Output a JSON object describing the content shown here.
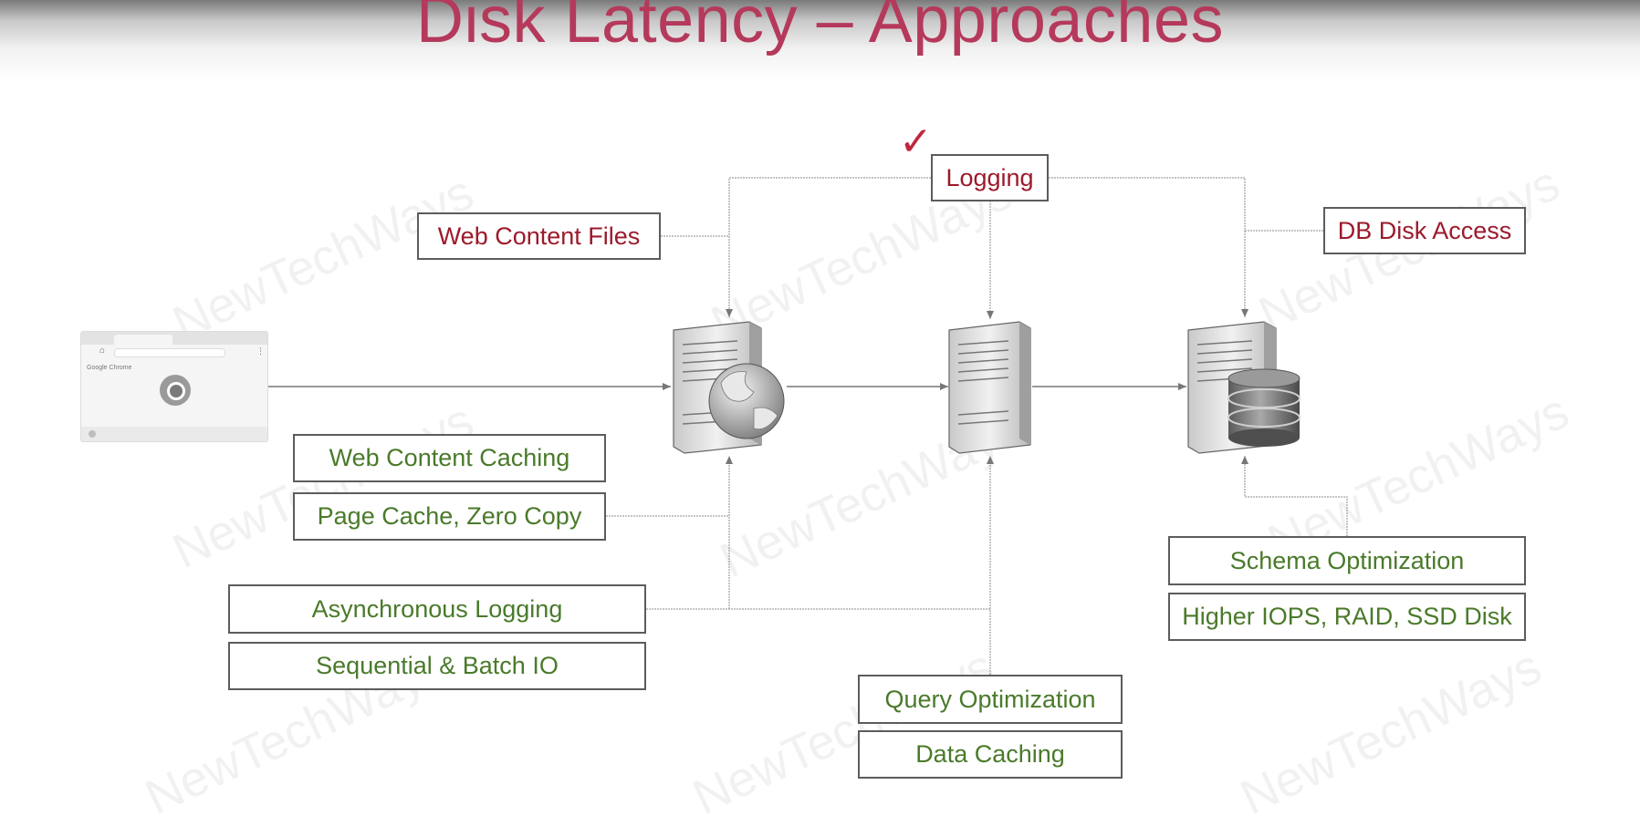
{
  "title": "Disk Latency – Approaches",
  "watermark": "NewTechWays",
  "check_mark": "✓",
  "browser": {
    "label": "Google Chrome"
  },
  "labels": {
    "logging": "Logging",
    "web_content_files": "Web Content Files",
    "db_disk_access": "DB Disk Access",
    "web_content_caching": "Web Content Caching",
    "page_cache_zero_copy": "Page Cache, Zero Copy",
    "asynchronous_logging": "Asynchronous Logging",
    "sequential_batch_io": "Sequential & Batch IO",
    "query_optimization": "Query Optimization",
    "data_caching": "Data Caching",
    "schema_optimization": "Schema Optimization",
    "higher_iops": "Higher IOPS, RAID, SSD Disk"
  },
  "colors": {
    "title": "#b5395b",
    "problem": "#9c1a2b",
    "solution": "#4a7a2a"
  }
}
